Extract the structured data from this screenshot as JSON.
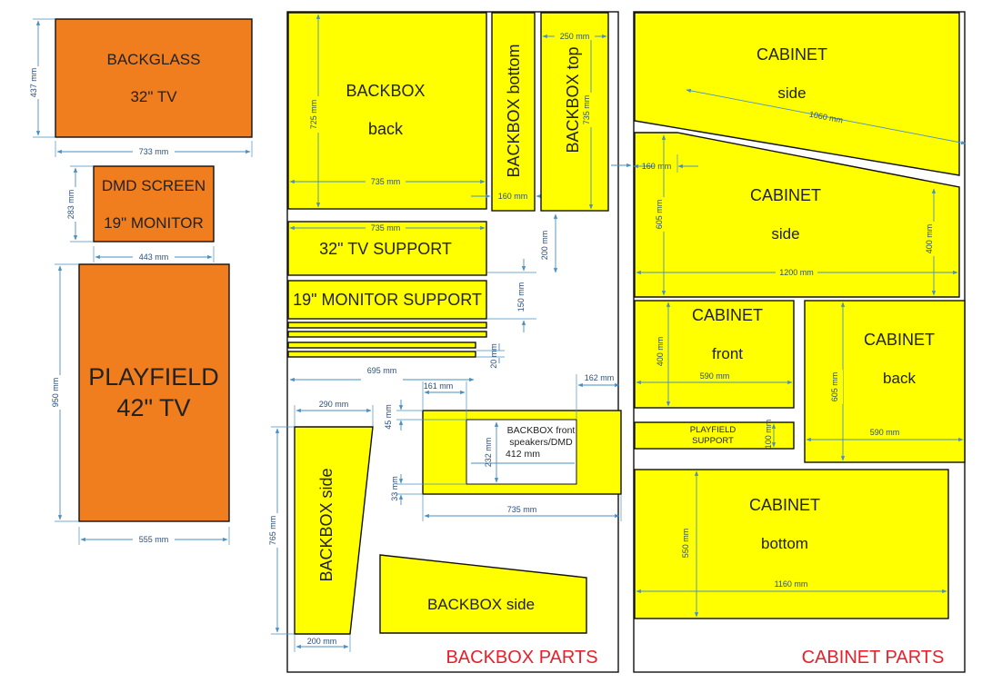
{
  "tv_parts": {
    "backglass": {
      "line1": "BACKGLASS",
      "line2": "32\" TV",
      "width": "733 mm",
      "height": "437 mm"
    },
    "dmd": {
      "line1": "DMD SCREEN",
      "line2": "19\" MONITOR",
      "width": "443 mm",
      "height": "283 mm"
    },
    "playfield": {
      "line1": "PLAYFIELD",
      "line2": "42\" TV",
      "width": "555 mm",
      "height": "950 mm"
    }
  },
  "backbox": {
    "title": "BACKBOX PARTS",
    "back": {
      "line1": "BACKBOX",
      "line2": "back",
      "height": "725 mm",
      "width": "735 mm"
    },
    "bottom": {
      "label": "BACKBOX bottom",
      "width": "160 mm"
    },
    "top": {
      "label": "BACKBOX top",
      "width": "250 mm",
      "height": "735 mm",
      "depth": "160 mm"
    },
    "tv_support": {
      "label": "32\" TV SUPPORT",
      "width": "735 mm",
      "height": "200 mm"
    },
    "monitor_support": {
      "label": "19\" MONITOR SUPPORT",
      "height": "150 mm"
    },
    "strips": {
      "height": "20 mm",
      "width": "695 mm"
    },
    "front": {
      "line1": "BACKBOX front",
      "line2": "speakers/DMD",
      "line3": "412 mm",
      "offset_left": "161 mm",
      "offset_right": "162 mm",
      "top_margin": "45 mm",
      "opening_height": "232 mm",
      "bottom_margin": "33 mm",
      "width": "735 mm"
    },
    "side_upright": {
      "label": "BACKBOX side",
      "top_width": "290 mm",
      "height": "765 mm",
      "bottom_width": "200 mm"
    },
    "side_flat": {
      "label": "BACKBOX side"
    }
  },
  "cabinet": {
    "title": "CABINET PARTS",
    "side1": {
      "line1": "CABINET",
      "line2": "side",
      "length": "1060 mm"
    },
    "side2": {
      "line1": "CABINET",
      "line2": "side",
      "offset": "160 mm",
      "height_left": "605 mm",
      "height_right": "400 mm",
      "length": "1200 mm"
    },
    "front": {
      "line1": "CABINET",
      "line2": "front",
      "height": "400 mm",
      "width": "590 mm"
    },
    "back": {
      "line1": "CABINET",
      "line2": "back",
      "height": "605 mm",
      "width": "590 mm"
    },
    "playfield_support": {
      "line1": "PLAYFIELD",
      "line2": "SUPPORT",
      "height": "100 mm"
    },
    "bottom": {
      "line1": "CABINET",
      "line2": "bottom",
      "height": "550 mm",
      "width": "1160 mm"
    }
  }
}
